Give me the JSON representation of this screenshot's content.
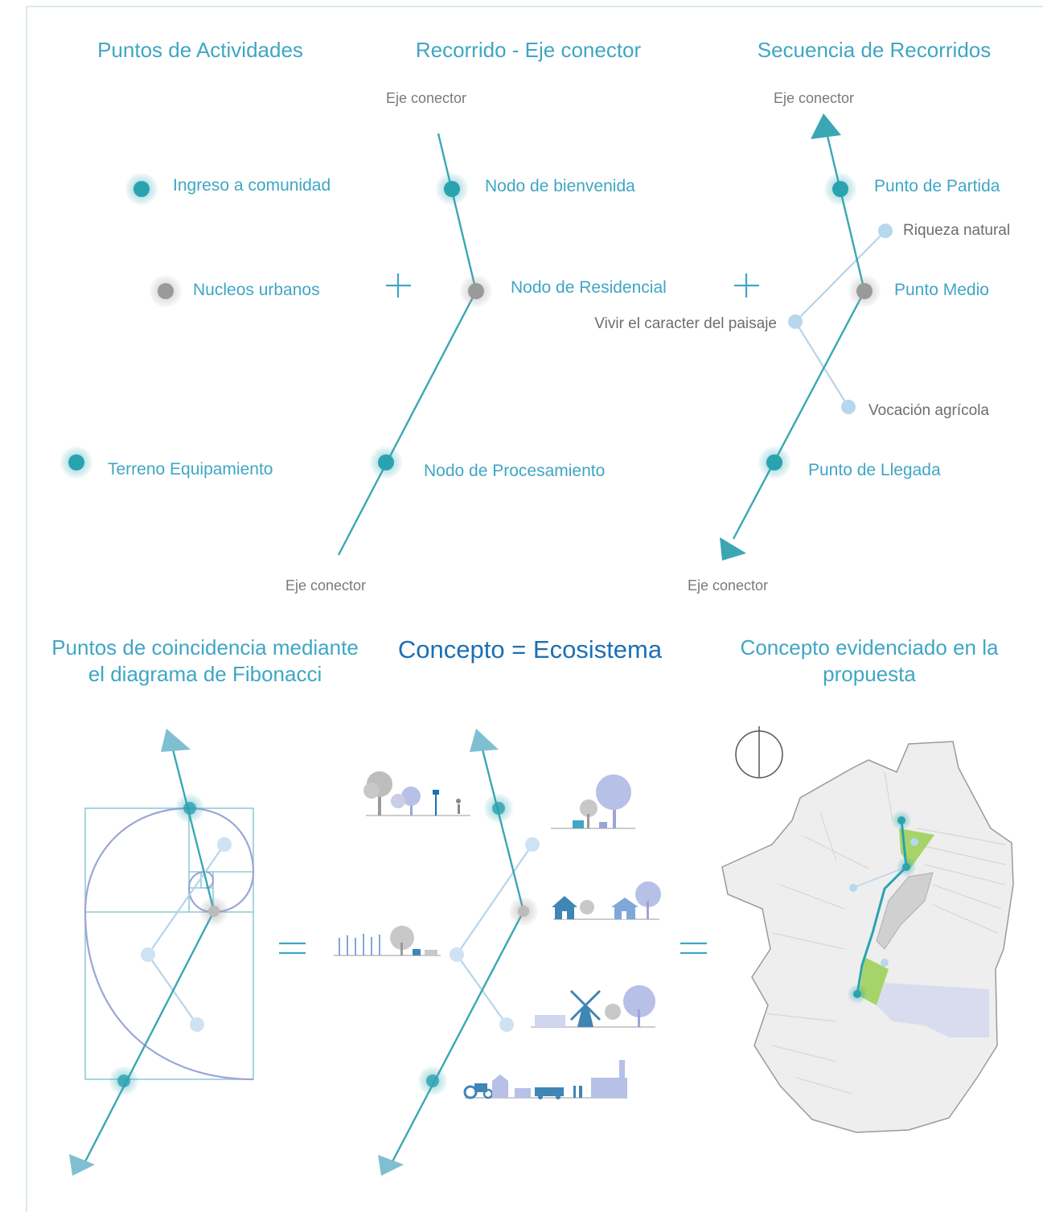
{
  "colors": {
    "teal": "#2aa3b0",
    "teal_label": "#3fa6c4",
    "concept_blue": "#1c6fb5",
    "gray_node": "#9a9a9a",
    "light_node": "#b7d7ee",
    "green_parcel": "#9fd05a",
    "lavender_parcel": "#d9dcee",
    "map_fill": "#eeeeee"
  },
  "panel_1": {
    "title": "Puntos de Actividades",
    "nodes": [
      {
        "label": "Ingreso a comunidad",
        "kind": "teal"
      },
      {
        "label": "Nucleos urbanos",
        "kind": "gray"
      },
      {
        "label": "Terreno Equipamiento",
        "kind": "teal"
      }
    ]
  },
  "operator_plus": "+",
  "panel_2": {
    "title": "Recorrido - Eje conector",
    "axis_top_label": "Eje conector",
    "axis_bottom_label": "Eje conector",
    "nodes": [
      {
        "label": "Nodo de bienvenida",
        "kind": "teal"
      },
      {
        "label": "Nodo de Residencial",
        "kind": "gray"
      },
      {
        "label": "Nodo de Procesamiento",
        "kind": "teal"
      }
    ]
  },
  "panel_3": {
    "title": "Secuencia de Recorridos",
    "axis_top_label": "Eje conector",
    "axis_bottom_label": "Eje conector",
    "nodes": [
      {
        "label": "Punto de Partida",
        "kind": "teal"
      },
      {
        "label": "Punto Medio",
        "kind": "gray"
      },
      {
        "label": "Punto de Llegada",
        "kind": "teal"
      }
    ],
    "branch_nodes": [
      {
        "label": "Riqueza natural"
      },
      {
        "label": "Vivir el caracter del paisaje"
      },
      {
        "label": "Vocación agrícola"
      }
    ]
  },
  "bottom": {
    "fibonacci_title_line1": "Puntos de coincidencia mediante",
    "fibonacci_title_line2": "el diagrama de Fibonacci",
    "concept_title": "Concepto = Ecosistema",
    "proposal_title_line1": "Concepto evidenciado en la",
    "proposal_title_line2": "propuesta",
    "operator_equals": "="
  },
  "icons": [
    "trees-person-icon",
    "houses-trees-icon",
    "crops-icon",
    "windmill-farm-icon",
    "tractor-factory-icon",
    "north-arrow-icon"
  ]
}
